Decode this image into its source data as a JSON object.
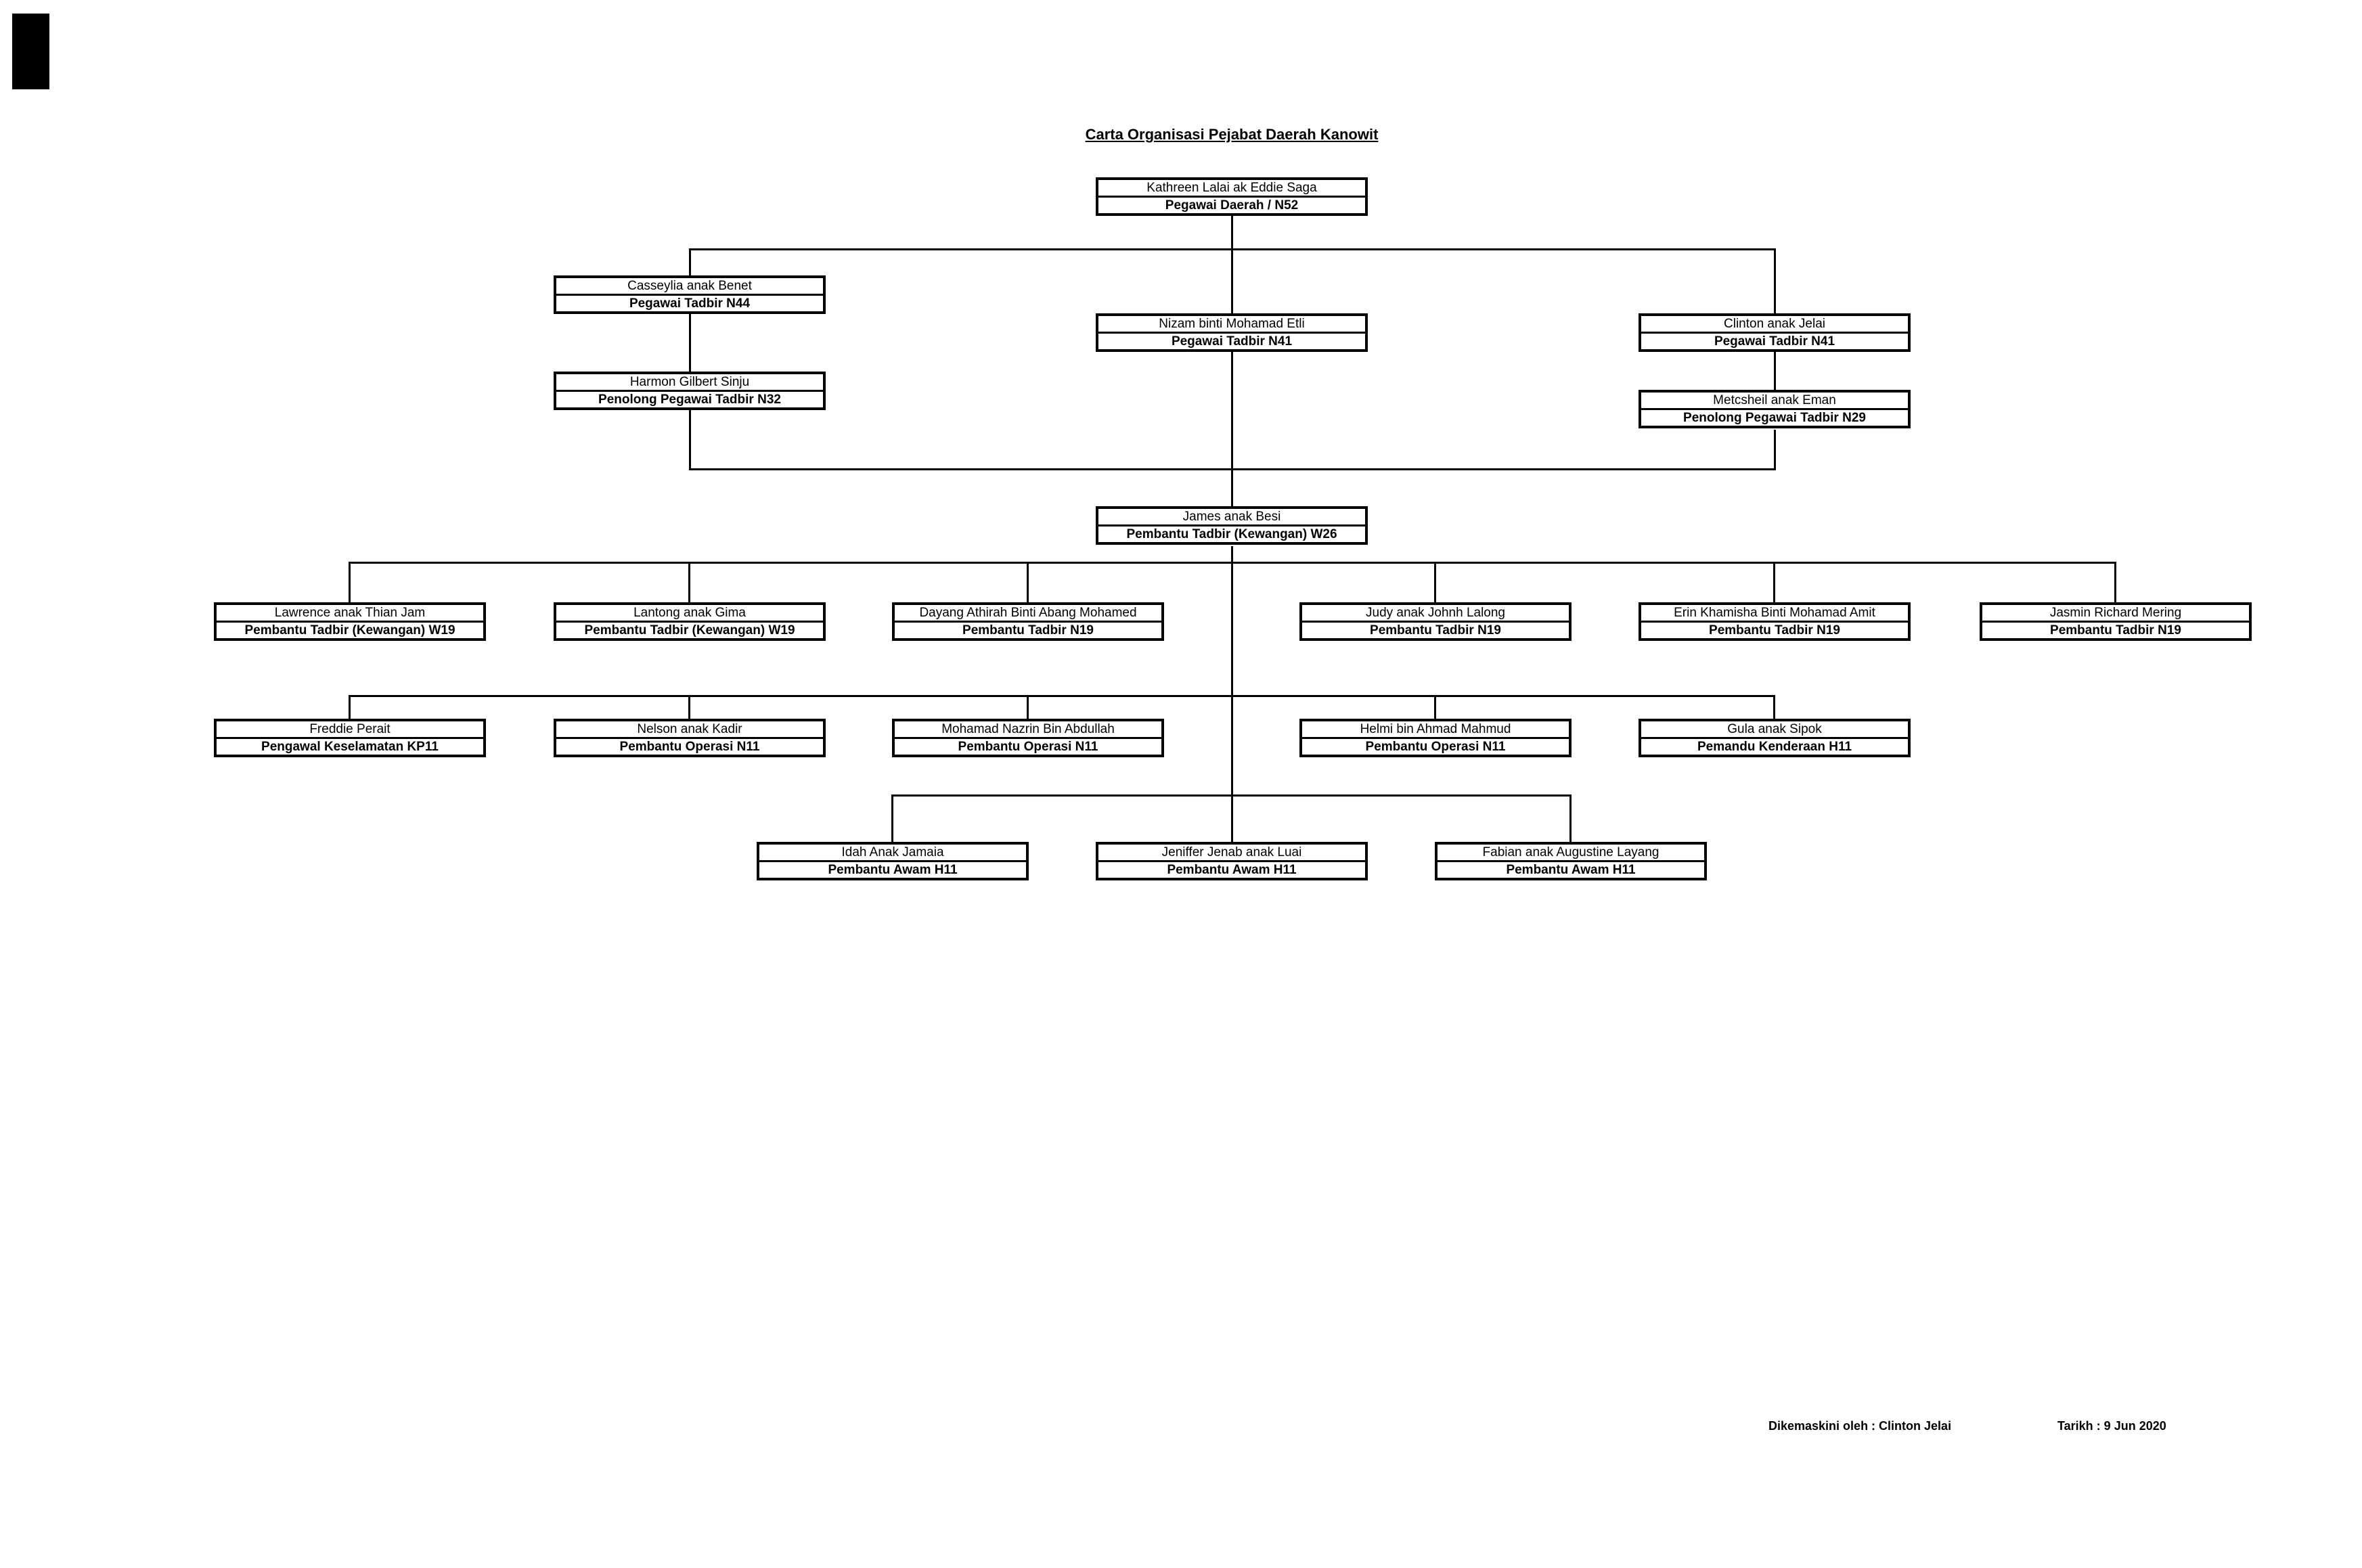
{
  "title": "Carta Organisasi Pejabat Daerah Kanowit",
  "colors": {
    "background": "#ffffff",
    "line": "#000000",
    "text": "#000000"
  },
  "nodes": {
    "kathreen": {
      "name": "Kathreen Lalai ak Eddie Saga",
      "role": "Pegawai Daerah / N52"
    },
    "casseylia": {
      "name": "Casseylia anak Benet",
      "role": "Pegawai Tadbir N44"
    },
    "nizam": {
      "name": "Nizam binti Mohamad Etli",
      "role": "Pegawai Tadbir N41"
    },
    "clinton": {
      "name": "Clinton anak Jelai",
      "role": "Pegawai Tadbir N41"
    },
    "harmon": {
      "name": "Harmon Gilbert Sinju",
      "role": "Penolong Pegawai Tadbir N32"
    },
    "metcsheil": {
      "name": "Metcsheil anak Eman",
      "role": "Penolong Pegawai Tadbir N29"
    },
    "james": {
      "name": "James anak Besi",
      "role": "Pembantu Tadbir (Kewangan) W26"
    },
    "lawrence": {
      "name": "Lawrence anak Thian Jam",
      "role": "Pembantu Tadbir (Kewangan) W19"
    },
    "lantong": {
      "name": "Lantong anak Gima",
      "role": "Pembantu Tadbir (Kewangan) W19"
    },
    "dayang": {
      "name": "Dayang Athirah Binti Abang Mohamed",
      "role": "Pembantu Tadbir N19"
    },
    "judy": {
      "name": "Judy anak Johnh Lalong",
      "role": "Pembantu Tadbir N19"
    },
    "erin": {
      "name": "Erin Khamisha Binti Mohamad Amit",
      "role": "Pembantu Tadbir N19"
    },
    "jasmin": {
      "name": "Jasmin Richard Mering",
      "role": "Pembantu Tadbir N19"
    },
    "freddie": {
      "name": "Freddie Perait",
      "role": "Pengawal Keselamatan KP11"
    },
    "nelson": {
      "name": "Nelson anak Kadir",
      "role": "Pembantu Operasi N11"
    },
    "mohamad": {
      "name": "Mohamad Nazrin Bin Abdullah",
      "role": "Pembantu Operasi N11"
    },
    "helmi": {
      "name": "Helmi bin Ahmad Mahmud",
      "role": "Pembantu Operasi N11"
    },
    "gula": {
      "name": "Gula anak Sipok",
      "role": "Pemandu Kenderaan H11"
    },
    "idah": {
      "name": "Idah Anak Jamaia",
      "role": "Pembantu Awam H11"
    },
    "jeniffer": {
      "name": "Jeniffer Jenab anak Luai",
      "role": "Pembantu Awam H11"
    },
    "fabian": {
      "name": "Fabian anak Augustine Layang",
      "role": "Pembantu Awam H11"
    }
  },
  "footer": {
    "updated_by": "Dikemaskini oleh : Clinton Jelai",
    "date": "Tarikh : 9 Jun 2020"
  }
}
